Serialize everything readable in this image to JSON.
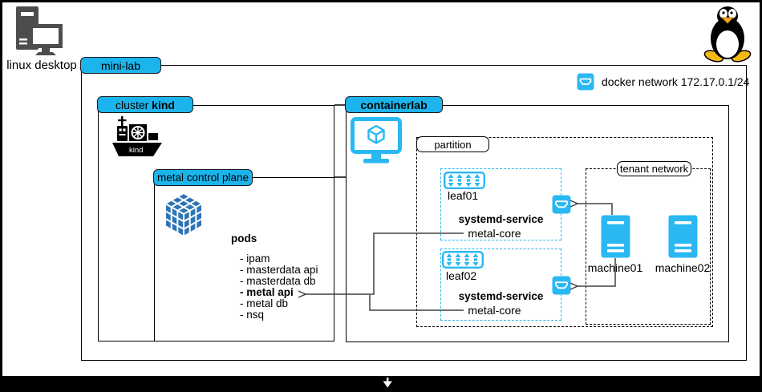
{
  "colors": {
    "accent": "#1cb4ec",
    "icon": "#29b8f2",
    "cube": "#2e75b6",
    "gray": "#4d4d4d",
    "line": "#404040"
  },
  "desktop": {
    "label": "linux desktop"
  },
  "minilab": {
    "label": "mini-lab"
  },
  "legend": {
    "docker_network": "docker network 172.17.0.1/24"
  },
  "cluster": {
    "label_prefix": "cluster ",
    "label_bold": "kind",
    "logo_text": "kind"
  },
  "control_plane": {
    "label": "metal control plane",
    "pods_title": "pods",
    "pods": [
      {
        "text": "- ipam"
      },
      {
        "text": "- masterdata api"
      },
      {
        "text": "- masterdata db"
      },
      {
        "text": "- metal api",
        "bold": true
      },
      {
        "text": "- metal db"
      },
      {
        "text": "- nsq"
      }
    ]
  },
  "containerlab": {
    "label": "containerlab"
  },
  "partition": {
    "label": "partition"
  },
  "tenant": {
    "label": "tenant network"
  },
  "leaves": [
    {
      "name": "leaf01",
      "service_title": "systemd-service",
      "service_name": "metal-core"
    },
    {
      "name": "leaf02",
      "service_title": "systemd-service",
      "service_name": "metal-core"
    }
  ],
  "machines": [
    {
      "label": "machine01"
    },
    {
      "label": "machine02"
    }
  ]
}
